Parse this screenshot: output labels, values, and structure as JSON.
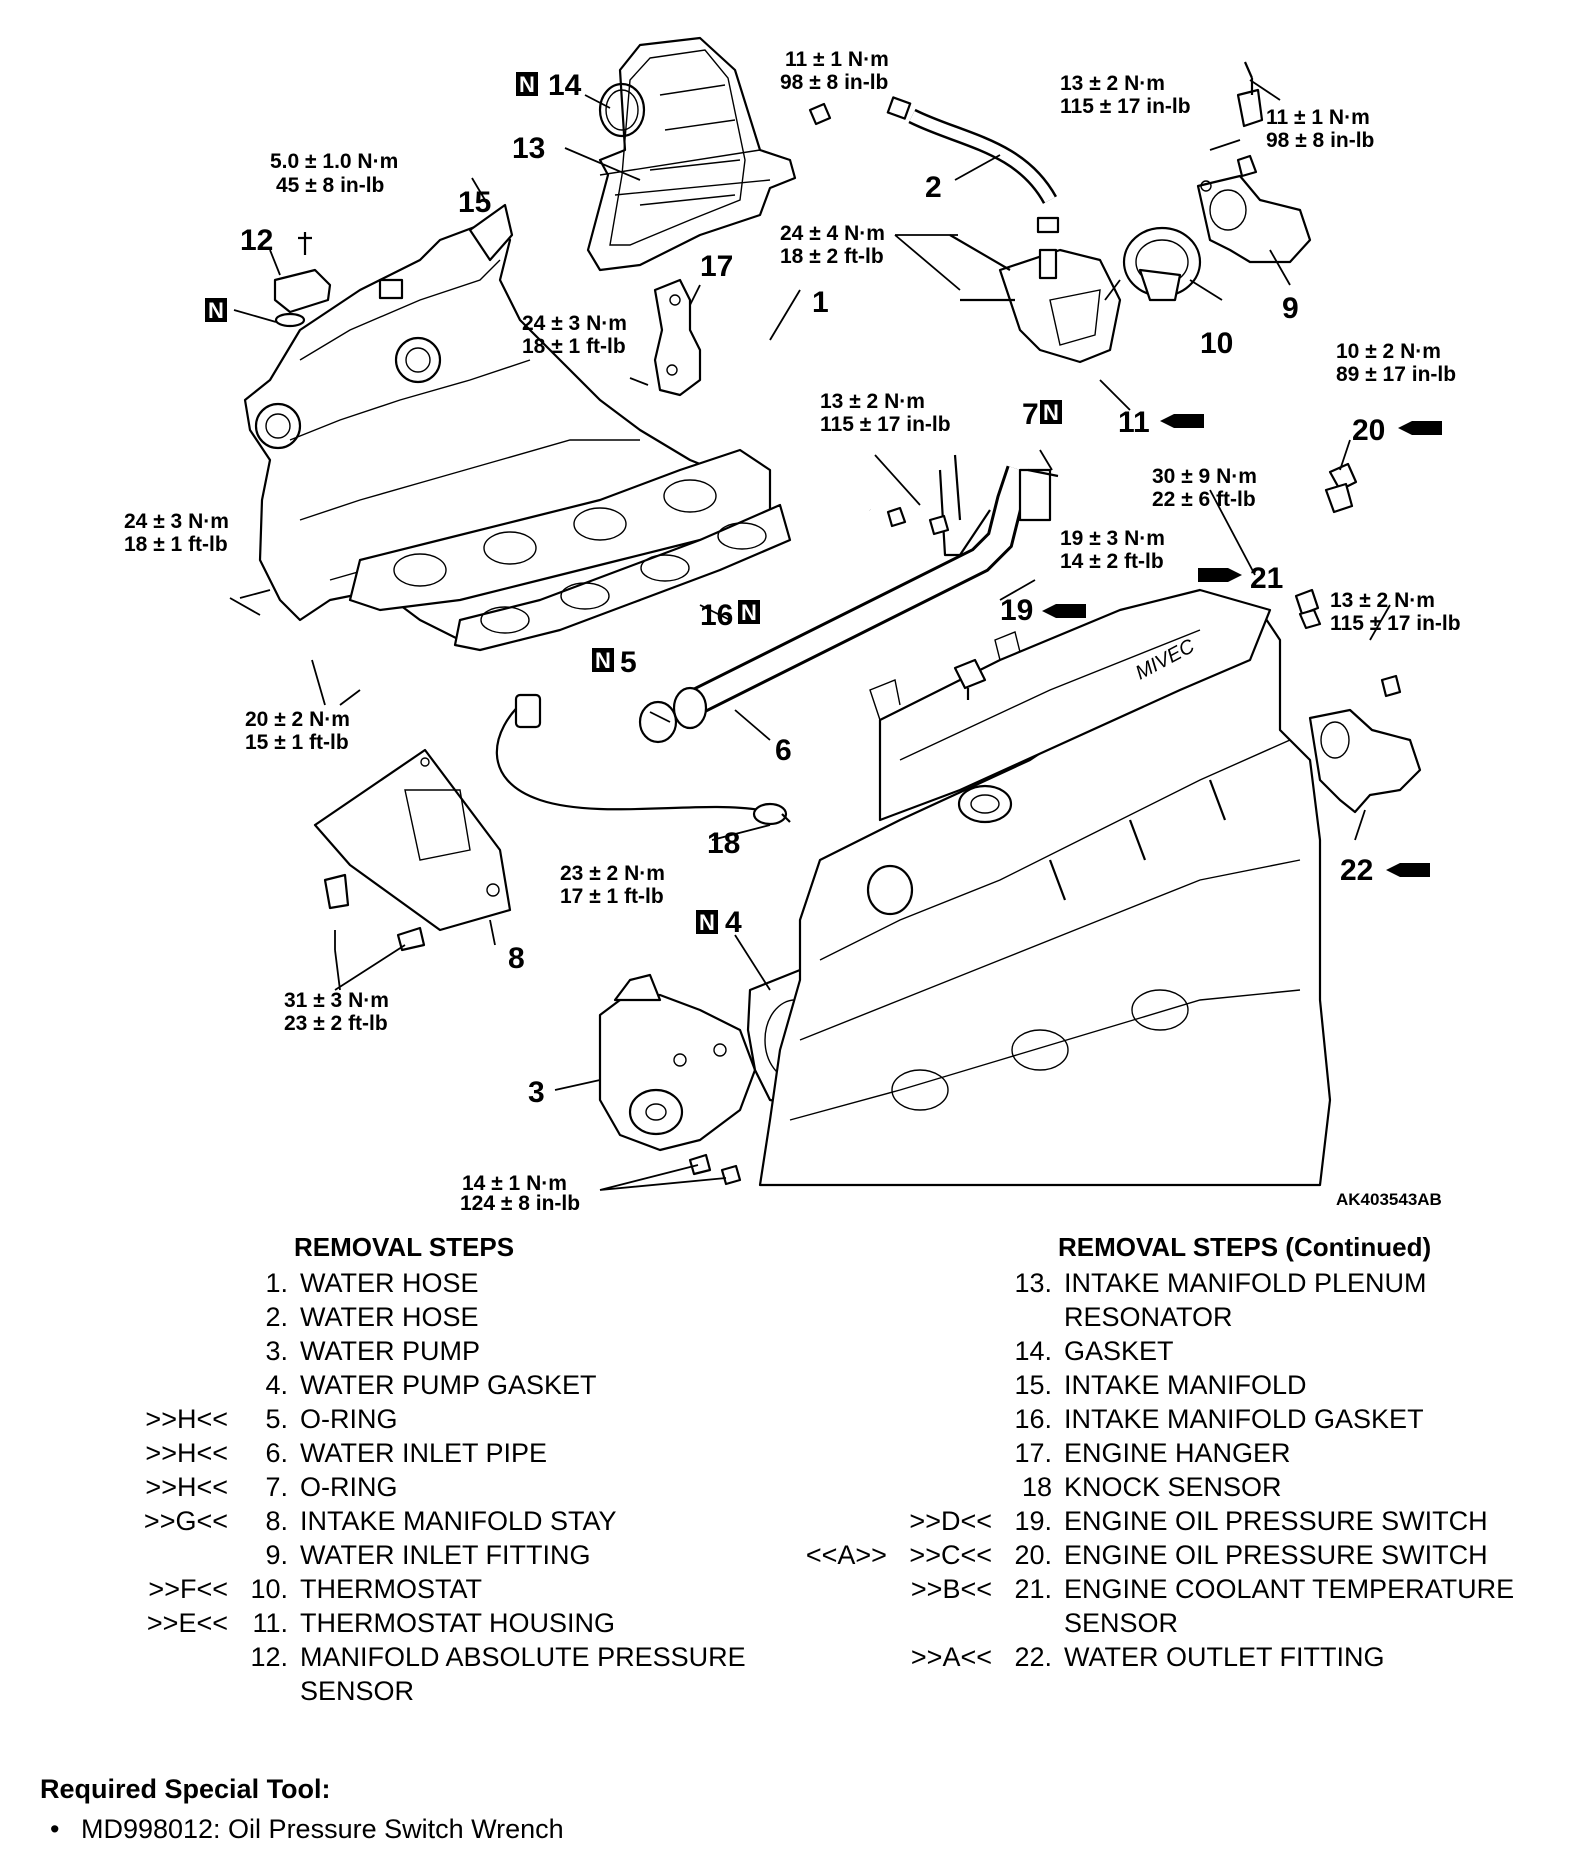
{
  "diagram": {
    "figure_id": "AK403543AB",
    "callouts": {
      "c1": "1",
      "c2": "2",
      "c3": "3",
      "c4": "4",
      "c5": "5",
      "c6": "6",
      "c7": "7",
      "c8": "8",
      "c9": "9",
      "c10": "10",
      "c11": "11",
      "c12": "12",
      "c13": "13",
      "c14": "14",
      "c15": "15",
      "c16": "16",
      "c17": "17",
      "c18": "18",
      "c19": "19",
      "c20": "20",
      "c21": "21",
      "c22": "22"
    },
    "new_part_mark": "N",
    "engine_logo": "MIVEC",
    "torques": {
      "t_top_hose_a": "11 ± 1 N·m",
      "t_top_hose_b": "98 ± 8 in-lb",
      "t_bracket_a": "13 ± 2 N·m",
      "t_bracket_b": "115 ± 17 in-lb",
      "t_far_a": "11 ± 1 N·m",
      "t_far_b": "98 ± 8 in-lb",
      "t_map_a": "5.0 ± 1.0 N·m",
      "t_map_b": "45 ± 8 in-lb",
      "t_thermo_a": "24 ± 4 N·m",
      "t_thermo_b": "18 ± 2 ft-lb",
      "t_hanger_a": "24 ± 3 N·m",
      "t_hanger_b": "18 ± 1 ft-lb",
      "t_pipe_a": "13 ± 2 N·m",
      "t_pipe_b": "115 ± 17 in-lb",
      "t_sw20_a": "10 ± 2 N·m",
      "t_sw20_b": "89 ± 17 in-lb",
      "t_ect_a": "30 ± 9 N·m",
      "t_ect_b": "22 ± 6 ft-lb",
      "t_sw19_a": "19 ± 3 N·m",
      "t_sw19_b": "14 ± 2 ft-lb",
      "t_manifold_left_a": "24 ± 3 N·m",
      "t_manifold_left_b": "18 ± 1 ft-lb",
      "t_outlet_a": "13 ± 2 N·m",
      "t_outlet_b": "115 ± 17 in-lb",
      "t_nut_a": "20 ± 2 N·m",
      "t_nut_b": "15 ± 1 ft-lb",
      "t_knock_a": "23 ± 2 N·m",
      "t_knock_b": "17 ± 1 ft-lb",
      "t_stay_a": "31 ± 3 N·m",
      "t_stay_b": "23 ± 2 ft-lb",
      "t_pump_a": "14 ± 1 N·m",
      "t_pump_b": "124 ± 8 in-lb"
    }
  },
  "removal_steps": {
    "title": "REMOVAL STEPS",
    "items": [
      {
        "mark": "",
        "num": "1.",
        "label": "WATER HOSE"
      },
      {
        "mark": "",
        "num": "2.",
        "label": "WATER HOSE"
      },
      {
        "mark": "",
        "num": "3.",
        "label": "WATER PUMP"
      },
      {
        "mark": "",
        "num": "4.",
        "label": "WATER PUMP GASKET"
      },
      {
        "mark": ">>H<<",
        "num": "5.",
        "label": "O-RING"
      },
      {
        "mark": ">>H<<",
        "num": "6.",
        "label": "WATER INLET PIPE"
      },
      {
        "mark": ">>H<<",
        "num": "7.",
        "label": "O-RING"
      },
      {
        "mark": ">>G<<",
        "num": "8.",
        "label": "INTAKE MANIFOLD STAY"
      },
      {
        "mark": "",
        "num": "9.",
        "label": "WATER INLET FITTING"
      },
      {
        "mark": ">>F<<",
        "num": "10.",
        "label": "THERMOSTAT"
      },
      {
        "mark": ">>E<<",
        "num": "11.",
        "label": "THERMOSTAT HOUSING"
      },
      {
        "mark": "",
        "num": "12.",
        "label": "MANIFOLD ABSOLUTE PRESSURE",
        "label2": "SENSOR"
      }
    ]
  },
  "removal_steps_continued": {
    "title": "REMOVAL STEPS (Continued)",
    "items": [
      {
        "mark": "",
        "num": "13.",
        "label": "INTAKE MANIFOLD PLENUM",
        "label2": "RESONATOR"
      },
      {
        "mark": "",
        "num": "14.",
        "label": "GASKET"
      },
      {
        "mark": "",
        "num": "15.",
        "label": "INTAKE MANIFOLD"
      },
      {
        "mark": "",
        "num": "16.",
        "label": "INTAKE MANIFOLD GASKET"
      },
      {
        "mark": "",
        "num": "17.",
        "label": "ENGINE HANGER"
      },
      {
        "mark": "",
        "num": "18",
        "label": "KNOCK SENSOR"
      },
      {
        "mark": ">>D<<",
        "num": "19.",
        "label": "ENGINE OIL PRESSURE SWITCH"
      },
      {
        "mark": "<<A>>   >>C<<",
        "num": "20.",
        "label": "ENGINE OIL PRESSURE SWITCH"
      },
      {
        "mark": ">>B<<",
        "num": "21.",
        "label": "ENGINE COOLANT TEMPERATURE",
        "label2": "SENSOR"
      },
      {
        "mark": ">>A<<",
        "num": "22.",
        "label": "WATER OUTLET FITTING"
      }
    ]
  },
  "special_tool": {
    "title": "Required Special Tool:",
    "bullet": "•",
    "item": "MD998012: Oil Pressure Switch Wrench"
  }
}
